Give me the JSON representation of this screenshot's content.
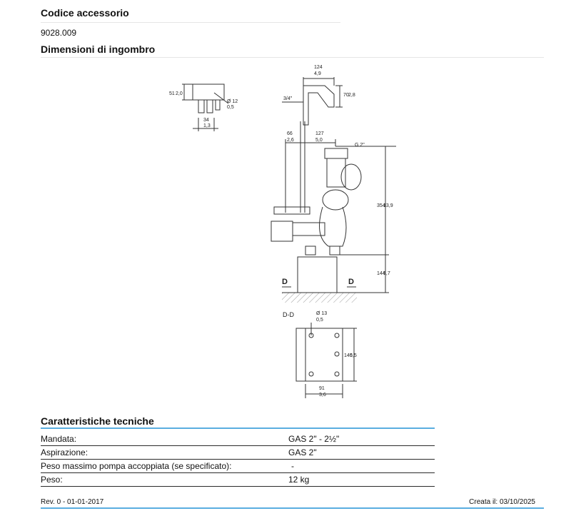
{
  "header": {
    "code_heading": "Codice accessorio",
    "code_value": "9028.009",
    "dimensions_heading": "Dimensioni di ingombro"
  },
  "drawing": {
    "clip": {
      "height": "51",
      "height_in": "2,0",
      "width": "34",
      "width_in": "1,3",
      "hole_dia": "Ø 12",
      "hole_dia_in": "0,5"
    },
    "bracket": {
      "width": "124",
      "width_in": "4,9",
      "height": "70",
      "height_in": "2,8",
      "thread": "3/4\""
    },
    "main": {
      "offset_left": "66",
      "offset_left_in": "2,6",
      "offset_right": "127",
      "offset_right_in": "5,0",
      "thread": "G 2\"",
      "total_height": "354",
      "total_height_in": "13,9",
      "base_height": "144",
      "base_height_in": "5,7",
      "section_mark": "D"
    },
    "section": {
      "label": "D-D",
      "hole_dia": "Ø 13",
      "hole_dia_in": "0,5",
      "depth": "140",
      "depth_in": "5,5",
      "width": "91",
      "width_in": "3,6"
    }
  },
  "specs": {
    "heading": "Caratteristiche tecniche",
    "rows": [
      {
        "label": "Mandata:",
        "value": "GAS 2\" - 2½\""
      },
      {
        "label": "Aspirazione:",
        "value": "GAS 2\""
      },
      {
        "label": "Peso massimo pompa accoppiata (se specificato):",
        "value": "-"
      },
      {
        "label": "Peso:",
        "value": "12 kg"
      }
    ]
  },
  "footer": {
    "revision": "Rev. 0 - 01-01-2017",
    "created": "Creata il:  03/10/2025"
  }
}
